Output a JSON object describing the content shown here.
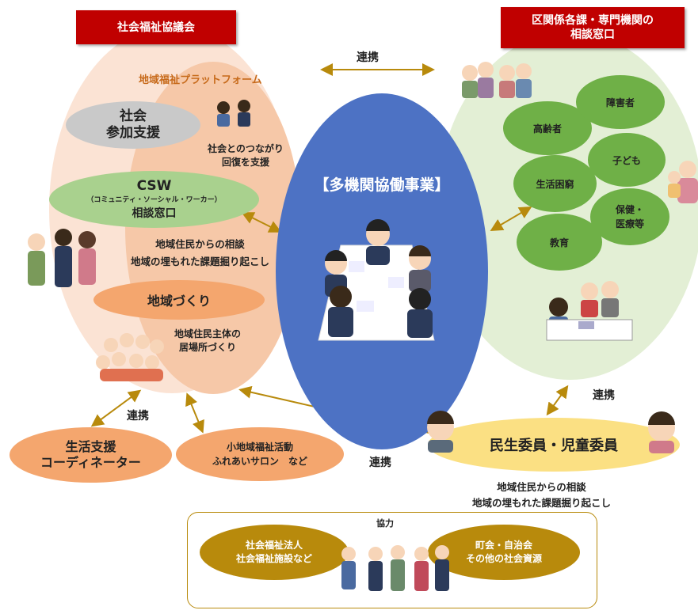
{
  "header_left": "社会福祉協議会",
  "header_right": [
    "区関係各課・専門機関の",
    "相談窓口"
  ],
  "platform_label": "地域福祉プラットフォーム",
  "renkei_label": "連携",
  "social_support": {
    "line1": "社会",
    "line2": "参加支援",
    "desc1": "社会とのつながり",
    "desc2": "回復を支援"
  },
  "csw": {
    "title": "CSW",
    "sub": "（コミュニティ・ソーシャル・ワーカー）",
    "line3": "相談窓口",
    "desc1": "地域住民からの相談",
    "desc2": "地域の埋もれた課題掘り起こし"
  },
  "community": {
    "title": "地域づくり",
    "desc1": "地域住民主体の",
    "desc2": "居場所づくり"
  },
  "center_title": "【多機関協働事業】",
  "categories": [
    "高齢者",
    "障害者",
    "子ども",
    "生活困窮",
    "保健・",
    "医療等",
    "教育"
  ],
  "left_bottom": {
    "c1a": "生活支援",
    "c1b": "コーディネーター",
    "c2a": "小地域福祉活動",
    "c2b": "ふれあいサロン　など"
  },
  "minsei": {
    "title": "民生委員・児童委員",
    "desc1": "地域住民からの相談",
    "desc2": "地域の埋もれた課題掘り起こし"
  },
  "kyoryoku": {
    "label": "協力",
    "left1": "社会福祉法人",
    "left2": "社会福祉施設など",
    "right1": "町会・自治会",
    "right2": "その他の社会資源"
  },
  "colors": {
    "red": "#c00000",
    "blue": "#4d72c4",
    "green": "#8dc26a",
    "orange": "#f3b68e",
    "yellow": "#fbe083",
    "gold": "#b88a0c"
  }
}
